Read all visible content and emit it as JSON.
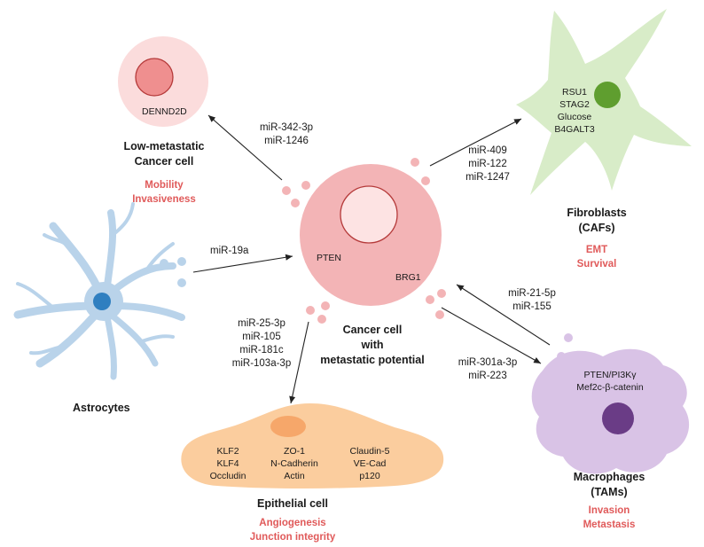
{
  "central": {
    "title_lines": [
      "Cancer cell",
      "with",
      "metastatic potential"
    ],
    "label_left": "PTEN",
    "label_right": "BRG1"
  },
  "low_metastatic": {
    "inner": "DENND2D",
    "title_lines": [
      "Low-metastatic",
      "Cancer cell"
    ],
    "effects": [
      "Mobility",
      "Invasiveness"
    ],
    "mirnas": [
      "miR-342-3p",
      "miR-1246"
    ]
  },
  "fibroblasts": {
    "inner": [
      "RSU1",
      "STAG2",
      "Glucose",
      "B4GALT3"
    ],
    "title_lines": [
      "Fibroblasts",
      "(CAFs)"
    ],
    "effects": [
      "EMT",
      "Survival"
    ],
    "mirnas": [
      "miR-409",
      "miR-122",
      "miR-1247"
    ]
  },
  "astrocytes": {
    "title": "Astrocytes",
    "mirnas": [
      "miR-19a"
    ]
  },
  "macrophages": {
    "inner": [
      "PTEN/PI3Kγ",
      "Mef2c-β-catenin"
    ],
    "title_lines": [
      "Macrophages",
      "(TAMs)"
    ],
    "effects": [
      "Invasion",
      "Metastasis"
    ],
    "mirnas_in": [
      "miR-21-5p",
      "miR-155"
    ],
    "mirnas_out": [
      "miR-301a-3p",
      "miR-223"
    ]
  },
  "epithelial": {
    "col1": [
      "KLF2",
      "KLF4",
      "Occludin"
    ],
    "col2": [
      "ZO-1",
      "N-Cadherin",
      "Actin"
    ],
    "col3": [
      "Claudin-5",
      "VE-Cad",
      "p120"
    ],
    "title": "Epithelial cell",
    "effects": [
      "Angiogenesis",
      "Junction integrity"
    ],
    "mirnas": [
      "miR-25-3p",
      "miR-105",
      "miR-181c",
      "miR-103a-3p"
    ]
  },
  "colors": {
    "cancer_cell": "#f3b4b6",
    "cancer_nucleus": "#fde3e3",
    "vesicle": "#f3b4b6",
    "low_met_cell": "#fbdcdc",
    "low_met_nucleus": "#ef8f8f",
    "fibroblast": "#d8ecc8",
    "fibroblast_nucleus": "#5f9e2f",
    "astrocyte": "#b9d3ea",
    "astrocyte_nucleus": "#2f7fc0",
    "macrophage": "#d9c3e6",
    "macrophage_nucleus": "#6a3c86",
    "epithelial": "#fbcd9e",
    "epithelial_nucleus": "#f6a76a",
    "effect_text": "#e05a5a"
  }
}
